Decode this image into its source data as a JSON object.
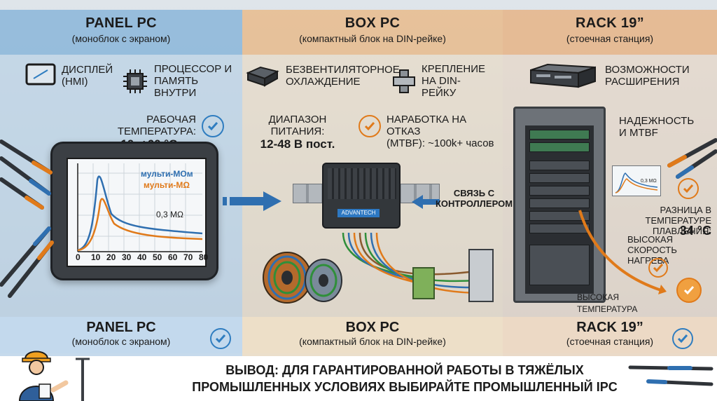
{
  "columns": {
    "panel": {
      "title": "PANEL PC",
      "subtitle": "(моноблок с экраном)"
    },
    "box": {
      "title": "BOX PC",
      "subtitle": "(компактный блок на DIN-рейке)"
    },
    "rack": {
      "title": "RACK 19”",
      "subtitle": "(стоечная станция)"
    }
  },
  "features": {
    "display": "ДИСПЛЕЙ (HMI)",
    "cpu": "ПРОЦЕССОР И ПАМЯТЬ ВНУТРИ",
    "fanless": "БЕЗВЕНТИЛЯТОРНОЕ ОХЛАЖДЕНИЕ",
    "din": "КРЕПЛЕНИЕ НА DIN-РЕЙКУ",
    "expansion": "ВОЗМОЖНОСТИ РАСШИРЕНИЯ"
  },
  "specs": {
    "temp_label": "РАБОЧАЯ ТЕМПЕРАТУРА:",
    "temp_value": "-10..+60 °C",
    "power_label": "ДИАПАЗОН ПИТАНИЯ:",
    "power_value": "12-48 В пост.",
    "mtbf_label": "НАРАБОТКА НА ОТКАЗ",
    "mtbf_value": "(MTBF): ~100k+ часов",
    "reliability": "НАДЕЖНОСТЬ И MTBF",
    "controller_link": "СВЯЗЬ С КОНТРОЛЛЕРОМ",
    "melt_diff_label": "РАЗНИЦА В ТЕМПЕРАТУРЕ ПЛАВЛЕНИЯ:",
    "melt_diff_value": "34 °C",
    "heat_rate": "ВЫСОКАЯ СКОРОСТЬ НАГРЕВА",
    "high_temp": "ВЫСОКАЯ ТЕМПЕРАТУРА"
  },
  "screen_chart": {
    "series_1": "мульти-МОм",
    "series_2": "мульти-МΩ",
    "value": "0,3 MΩ",
    "ticks": [
      "0",
      "10",
      "20",
      "30",
      "40",
      "50",
      "60",
      "70",
      "80"
    ]
  },
  "rack_screen_value": "0,3 MΩ",
  "device_brand": "ADVANTECH",
  "conclusion": "ВЫВОД: ДЛЯ ГАРАНТИРОВАННОЙ РАБОТЫ В ТЯЖЁЛЫХ ПРОМЫШЛЕННЫХ УСЛОВИЯХ  ВЫБИРАЙТЕ ПРОМЫШЛЕННЫЙ IPC",
  "colors": {
    "blue_accent": "#2f7dc0",
    "orange_accent": "#e07a1a"
  }
}
